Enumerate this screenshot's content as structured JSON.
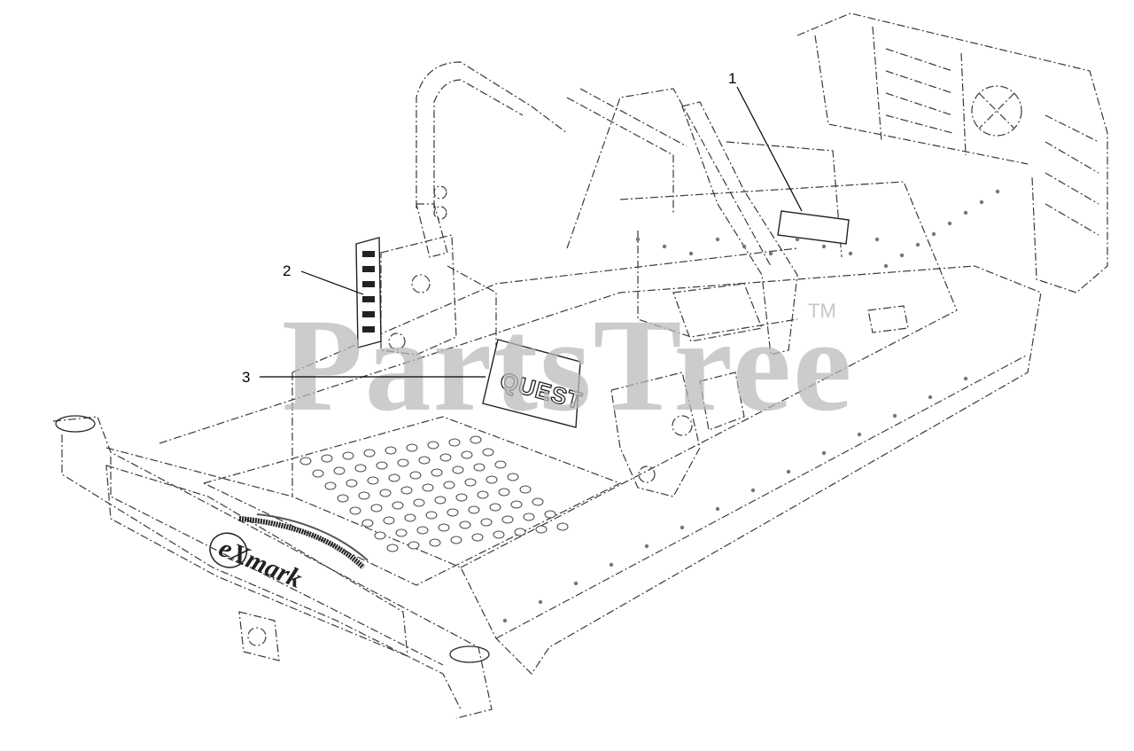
{
  "callouts": [
    {
      "id": "1",
      "label": "1"
    },
    {
      "id": "2",
      "label": "2"
    },
    {
      "id": "3",
      "label": "3"
    }
  ],
  "watermark": {
    "text": "PartsTree",
    "tm": "TM"
  },
  "brand_logo": {
    "text": "eXmark"
  },
  "decal_logo": {
    "text": "QUEST"
  }
}
